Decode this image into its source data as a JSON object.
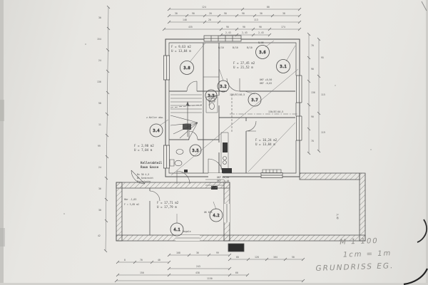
{
  "rooms": {
    "r38": {
      "line1": "F =  9,63 m2",
      "line2": "U = 13,84 m"
    },
    "r_main": {
      "line1": "F = 27,45 m2",
      "line2": "U = 21,52 m"
    },
    "r1624": {
      "line1": "F = 16,24 m2",
      "line2": "U = 13,84 m"
    },
    "bath": {
      "line1": "F =  2,98 m2",
      "line2": "U =  7,04 m"
    },
    "annex_main": {
      "line1": "F = 17,71 m2",
      "line2": "U = 17,79 m",
      "extra": "Regale"
    },
    "annex_small": {
      "line1": "Hbr -1,03",
      "line2": "F = 3,85 m2"
    }
  },
  "circles": {
    "c38": "3.8",
    "c36": "3.6",
    "c31": "3.1",
    "c32": "3.2",
    "c33": "3.3",
    "c37": "3.7",
    "c34": "3.4",
    "c35": "3.5",
    "c41": "4.1",
    "c42": "4.2"
  },
  "annotations": {
    "keller1": "Kellerabteil",
    "keller2": "Raum Gasse",
    "keller_abw": "z.Keller abw.",
    "bn1": "Bn 30 4,5",
    "bn2": "B1 Senkrecht",
    "bn3": "Putzplatte",
    "beam1": "136/87/40,5",
    "beam2": "136/87/40,5",
    "okf1a": "OKF +0,50",
    "okf1b": "UKF -0,02",
    "okf2a": "OKF ±0,00",
    "okf2b": "UKF -0,10",
    "b10": "B/10",
    "b05": "B/05",
    "ok625": "OK 625",
    "v242": "2,42"
  },
  "handwriting": {
    "line1": "M 1 100",
    "line2": "1cm = 1m",
    "line3": "GRUNDRISS EG."
  },
  "dimensions": {
    "top1": [
      "124",
      "80"
    ],
    "top2": [
      "30",
      "90",
      "20",
      "90",
      "90",
      "30",
      "38"
    ],
    "top3": [
      "148",
      "20",
      "113"
    ],
    "top4": [
      "435",
      "90",
      "90",
      "90",
      "174"
    ],
    "top5": [
      "2,43",
      "2,43",
      "2,43"
    ],
    "left": [
      "30",
      "154",
      "24",
      "136",
      "50",
      "11",
      "99",
      "24",
      "36",
      "30",
      "42"
    ],
    "right1": [
      "70",
      "90",
      "136",
      "90",
      "70"
    ],
    "right2": [
      "95",
      "115",
      "119"
    ],
    "bottom1": [
      "108",
      "36",
      "99"
    ],
    "bottom2": [
      "60",
      "128",
      "104",
      "50"
    ],
    "bottom3": [
      "8",
      "70",
      "40"
    ],
    "bottom4": [
      "243"
    ],
    "bottom5": [
      "150",
      "438",
      "60"
    ],
    "bottom6": [
      "1150"
    ]
  }
}
